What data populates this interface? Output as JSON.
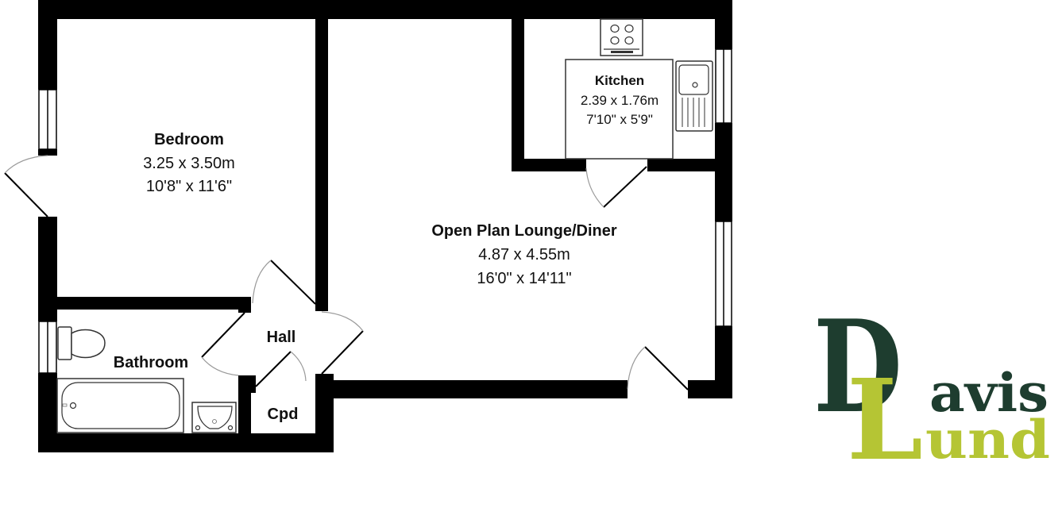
{
  "floorplan": {
    "rooms": [
      {
        "id": "bedroom",
        "name": "Bedroom",
        "metric": "3.25 x 3.50m",
        "imperial": "10'8\" x 11'6\""
      },
      {
        "id": "kitchen",
        "name": "Kitchen",
        "metric": "2.39 x 1.76m",
        "imperial": "7'10\" x 5'9\""
      },
      {
        "id": "lounge",
        "name": "Open Plan Lounge/Diner",
        "metric": "4.87 x 4.55m",
        "imperial": "16'0\" x 14'11\""
      },
      {
        "id": "hall",
        "name": "Hall"
      },
      {
        "id": "bathroom",
        "name": "Bathroom"
      },
      {
        "id": "cupboard",
        "name": "Cpd"
      }
    ],
    "colors": {
      "wall": "#000000",
      "background": "#ffffff",
      "door_arc": "#9a9a9a"
    }
  },
  "logo": {
    "line1_initial": "D",
    "line1_rest": "avis",
    "line2_initial": "L",
    "line2_rest": "und",
    "colors": {
      "dark_green": "#1e3d2f",
      "lime": "#b5c534"
    }
  }
}
